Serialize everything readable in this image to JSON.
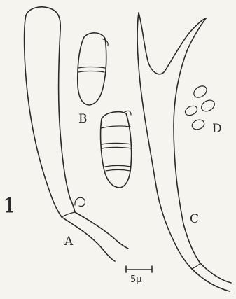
{
  "figure": {
    "number": "1",
    "labels": {
      "a": "A",
      "b": "B",
      "c": "C",
      "d": "D"
    },
    "scale_bar": "5µ"
  }
}
